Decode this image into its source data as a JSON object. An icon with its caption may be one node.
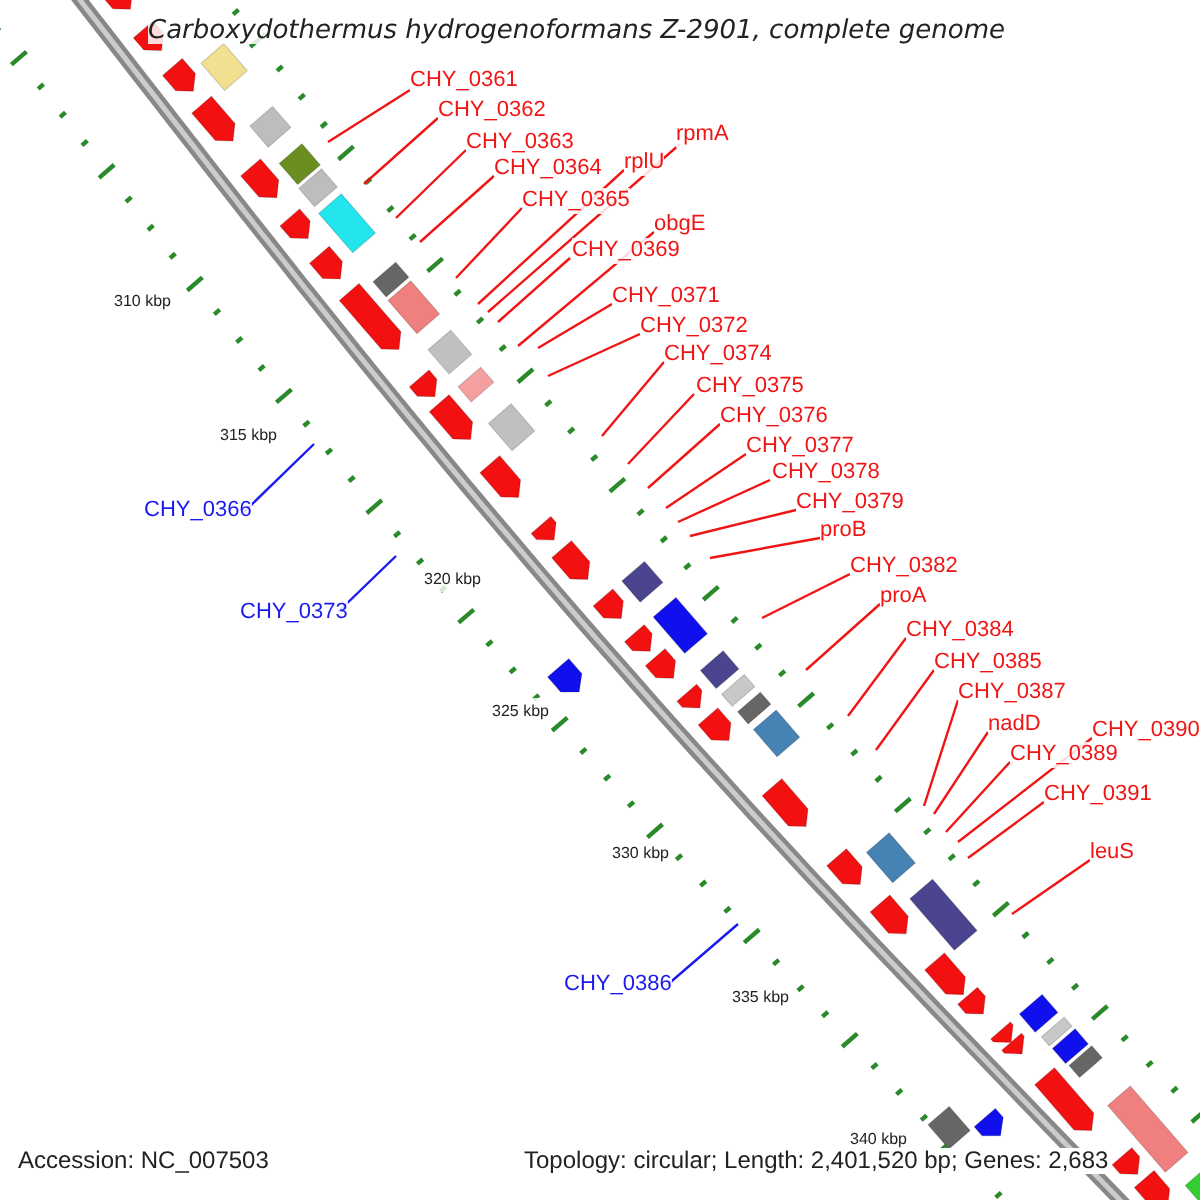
{
  "diagram": {
    "title": "Carboxydothermus hydrogenoformans Z-2901, complete genome",
    "nodes": [
      {
        "text": [
          "CHY_0361"
        ]
      },
      {
        "text": [
          "CHY_0362"
        ]
      },
      {
        "text": [
          "rpmA"
        ]
      },
      {
        "text": [
          "CHY_0363"
        ]
      },
      {
        "text": [
          "rplU"
        ]
      },
      {
        "text": [
          "CHY_0364"
        ]
      },
      {
        "text": [
          "CHY_0365"
        ]
      },
      {
        "text": [
          "obgE"
        ]
      },
      {
        "text": [
          "CHY_0369"
        ]
      },
      {
        "text": [
          "CHY_0371"
        ]
      },
      {
        "text": [
          "CHY_0372"
        ]
      },
      {
        "text": [
          "CHY_0374"
        ]
      },
      {
        "text": [
          "CHY_0375"
        ]
      },
      {
        "text": [
          "CHY_0376"
        ]
      },
      {
        "text": [
          "CHY_0377"
        ]
      },
      {
        "text": [
          "CHY_0378"
        ]
      },
      {
        "text": [
          "CHY_0379"
        ]
      },
      {
        "text": [
          "CHY_0366"
        ]
      },
      {
        "text": [
          "proB"
        ]
      },
      {
        "text": [
          "CHY_0382"
        ]
      },
      {
        "text": [
          "proA"
        ]
      },
      {
        "text": [
          "CHY_0373"
        ]
      },
      {
        "text": [
          "CHY_0384"
        ]
      },
      {
        "text": [
          "CHY_0385"
        ]
      },
      {
        "text": [
          "CHY_0387"
        ]
      },
      {
        "text": [
          "nadD"
        ]
      },
      {
        "text": [
          "CHY_0390"
        ]
      },
      {
        "text": [
          "CHY_0389"
        ]
      },
      {
        "text": [
          "CHY_0391"
        ]
      },
      {
        "text": [
          "leuS"
        ]
      },
      {
        "text": [
          "CHY_0386"
        ]
      }
    ],
    "edges": [
      {
        "from": 0,
        "to": null,
        "arrow": "none"
      },
      {
        "from": 1,
        "to": null,
        "arrow": "none"
      },
      {
        "from": 2,
        "to": null,
        "arrow": "none"
      },
      {
        "from": 3,
        "to": null,
        "arrow": "none"
      },
      {
        "from": 4,
        "to": null,
        "arrow": "none"
      },
      {
        "from": 5,
        "to": null,
        "arrow": "none"
      },
      {
        "from": 6,
        "to": null,
        "arrow": "none"
      },
      {
        "from": 7,
        "to": null,
        "arrow": "none"
      },
      {
        "from": 8,
        "to": null,
        "arrow": "none"
      },
      {
        "from": 9,
        "to": null,
        "arrow": "none"
      },
      {
        "from": 10,
        "to": null,
        "arrow": "none"
      },
      {
        "from": 11,
        "to": null,
        "arrow": "none"
      },
      {
        "from": 12,
        "to": null,
        "arrow": "none"
      },
      {
        "from": 13,
        "to": null,
        "arrow": "none"
      },
      {
        "from": 14,
        "to": null,
        "arrow": "none"
      },
      {
        "from": 15,
        "to": null,
        "arrow": "none"
      },
      {
        "from": 16,
        "to": null,
        "arrow": "none"
      },
      {
        "from": 17,
        "to": null,
        "arrow": "none",
        "color": "#1a1aee"
      },
      {
        "from": 18,
        "to": null,
        "arrow": "none"
      },
      {
        "from": 19,
        "to": null,
        "arrow": "none"
      },
      {
        "from": 20,
        "to": null,
        "arrow": "none"
      },
      {
        "from": 21,
        "to": null,
        "arrow": "none",
        "color": "#1a1aee"
      },
      {
        "from": 22,
        "to": null,
        "arrow": "none"
      },
      {
        "from": 23,
        "to": null,
        "arrow": "none"
      },
      {
        "from": 24,
        "to": null,
        "arrow": "none"
      },
      {
        "from": 25,
        "to": null,
        "arrow": "none"
      },
      {
        "from": 26,
        "to": null,
        "arrow": "none"
      },
      {
        "from": 27,
        "to": null,
        "arrow": "none"
      },
      {
        "from": 28,
        "to": null,
        "arrow": "none"
      },
      {
        "from": 29,
        "to": null,
        "arrow": "none"
      },
      {
        "from": 30,
        "to": null,
        "arrow": "none",
        "color": "#1a1aee"
      }
    ],
    "labels": [
      "310 kbp",
      "315 kbp",
      "320 kbp",
      "325 kbp",
      "330 kbp",
      "335 kbp",
      "340 kbp",
      "Accession: NC_007503",
      "Topology: circular; Length: 2,401,520 bp; Genes: 2,683"
    ]
  }
}
